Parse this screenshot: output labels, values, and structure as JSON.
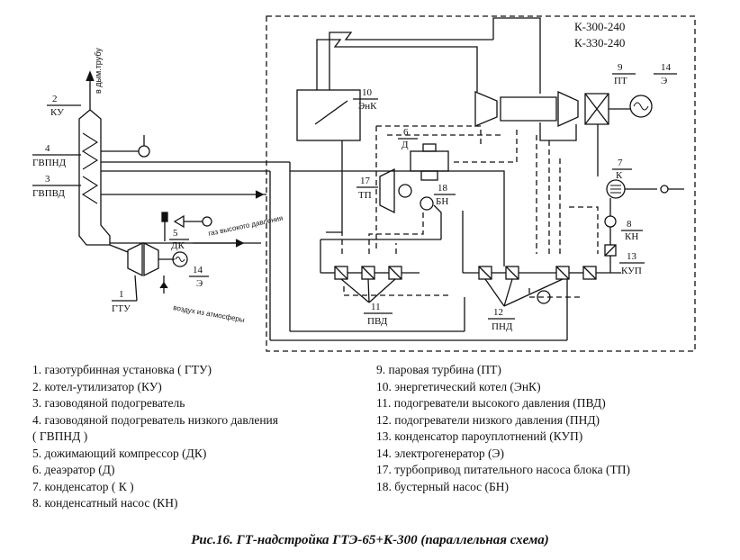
{
  "labels": {
    "model_a": "К-300-240",
    "model_b": "К-330-240",
    "chimney": "в дым.трубу",
    "n2": "2",
    "ku": "КУ",
    "n4": "4",
    "gvpnd": "ГВПНД",
    "n3": "3",
    "gvpvd": "ГВПВД",
    "n1": "1",
    "gtu": "ГТУ",
    "n5": "5",
    "dk": "ДК",
    "gas_supply": "газ высокого давления",
    "n14a": "14",
    "e_a": "Э",
    "air": "воздух из атмосферы",
    "n10": "10",
    "enk": "ЭнК",
    "n6": "6",
    "d": "Д",
    "n17": "17",
    "tp": "ТП",
    "n18": "18",
    "bn": "БН",
    "n9": "9",
    "pt": "ПТ",
    "n14b": "14",
    "e_b": "Э",
    "n7": "7",
    "k": "К",
    "n8": "8",
    "kn": "КН",
    "n13": "13",
    "kup": "КУП",
    "n11": "11",
    "pvd": "ПВД",
    "n12": "12",
    "pnd": "ПНД"
  },
  "legend_left": [
    "1. газотурбинная установка ( ГТУ)",
    "2. котел-утилизатор (КУ)",
    "3. газоводяной подогреватель",
    "4. газоводяной подогреватель низкого давления",
    "( ГВПНД )",
    "5. дожимающий компрессор (ДК)",
    "6. деаэратор (Д)",
    "7. конденсатор ( К )",
    "8. конденсатный насос (КН)"
  ],
  "legend_right": [
    "9. паровая турбина (ПТ)",
    "10. энергетический котел (ЭнК)",
    "11. подогреватели высокого давления (ПВД)",
    "12. подогреватели низкого давления (ПНД)",
    "13. конденсатор пароуплотнений    (КУП)",
    "14. электрогенератор (Э)",
    "17. турбопривод питательного насоса блока (ТП)",
    "18. бустерный насос (БН)"
  ],
  "caption": "Рис.16. ГТ-надстройка ГТЭ-65+К-300 (параллельная схема)"
}
